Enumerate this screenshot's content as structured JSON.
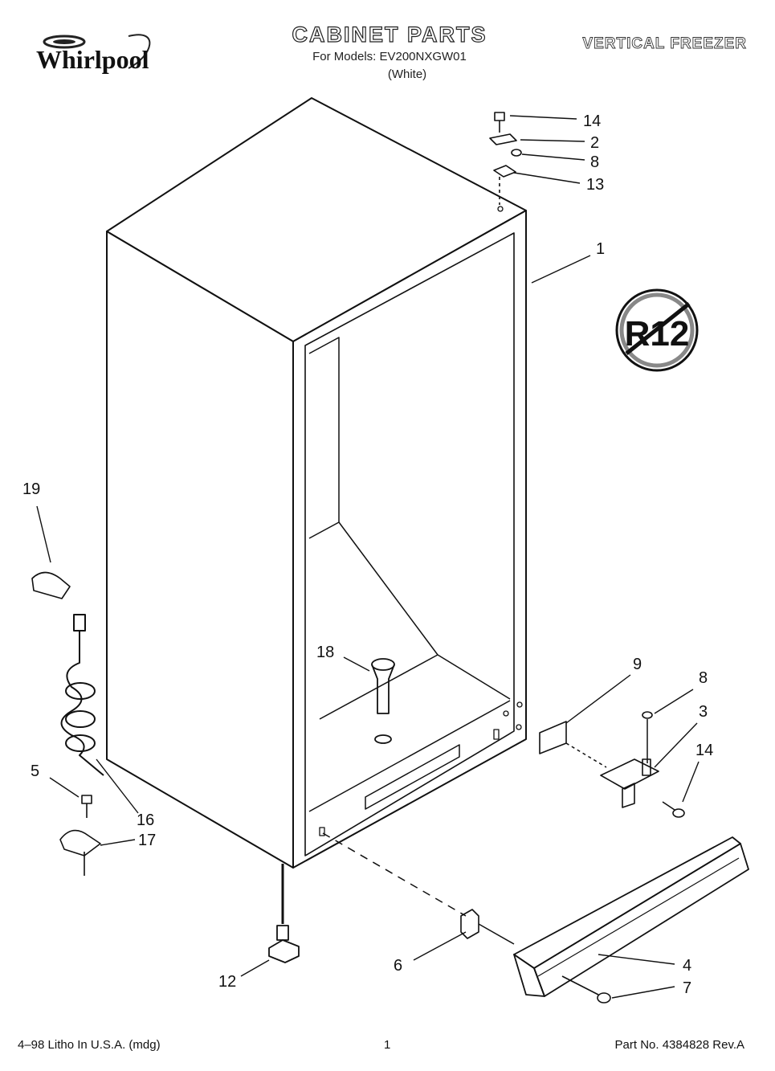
{
  "header": {
    "brand": "Whirlpool",
    "title": "CABINET PARTS",
    "subtitle": "For Models: EV200NXGW01",
    "color_note": "(White)",
    "product": "VERTICAL FREEZER"
  },
  "badge": {
    "text": "R12",
    "icon": "no-r12-icon"
  },
  "callouts": [
    {
      "id": "c14a",
      "label": "14"
    },
    {
      "id": "c2",
      "label": "2"
    },
    {
      "id": "c8a",
      "label": "8"
    },
    {
      "id": "c13",
      "label": "13"
    },
    {
      "id": "c1",
      "label": "1"
    },
    {
      "id": "c19",
      "label": "19"
    },
    {
      "id": "c18",
      "label": "18"
    },
    {
      "id": "c9",
      "label": "9"
    },
    {
      "id": "c8b",
      "label": "8"
    },
    {
      "id": "c3",
      "label": "3"
    },
    {
      "id": "c14b",
      "label": "14"
    },
    {
      "id": "c5",
      "label": "5"
    },
    {
      "id": "c16",
      "label": "16"
    },
    {
      "id": "c17",
      "label": "17"
    },
    {
      "id": "c12",
      "label": "12"
    },
    {
      "id": "c6",
      "label": "6"
    },
    {
      "id": "c4",
      "label": "4"
    },
    {
      "id": "c7",
      "label": "7"
    }
  ],
  "footer": {
    "left": "4–98 Litho In U.S.A. (mdg)",
    "page": "1",
    "right": "Part No. 4384828 Rev.A"
  }
}
